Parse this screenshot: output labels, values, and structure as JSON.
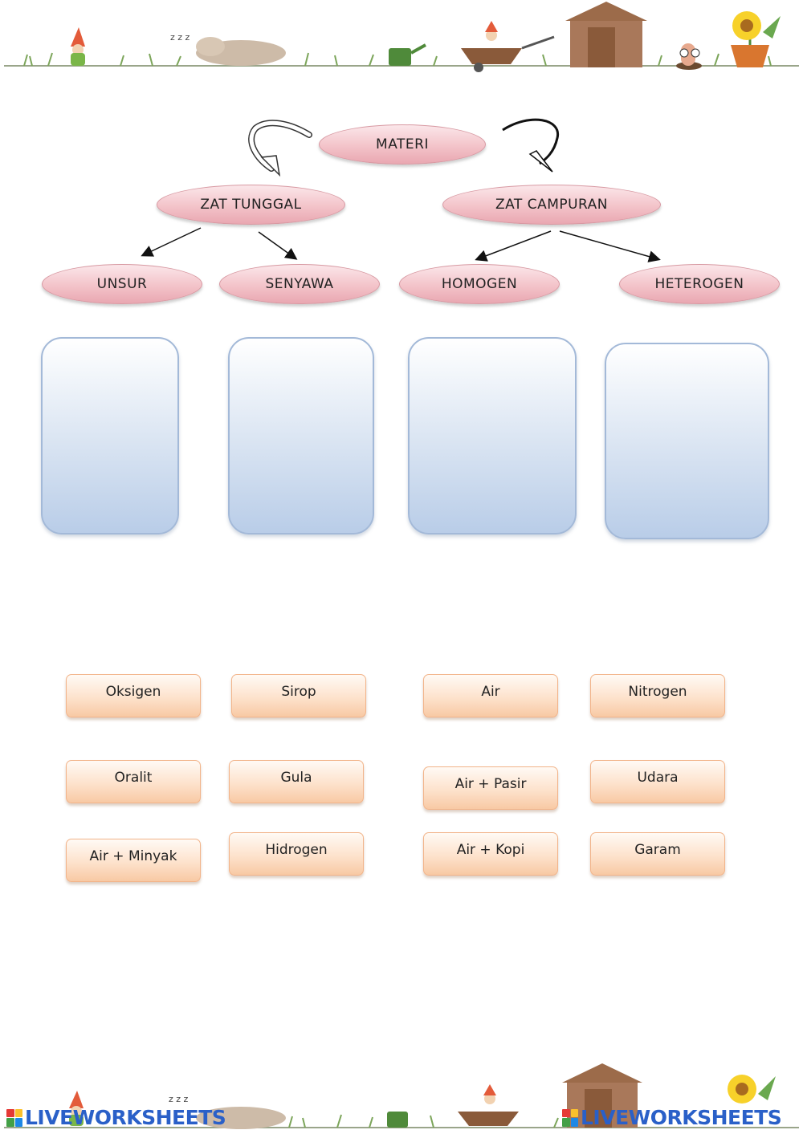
{
  "map": {
    "root": "MATERI",
    "level1": [
      "ZAT TUNGGAL",
      "ZAT CAMPURAN"
    ],
    "level2": [
      "UNSUR",
      "SENYAWA",
      "HOMOGEN",
      "HETEROGEN"
    ]
  },
  "chips": [
    "Oksigen",
    "Sirop",
    "Air",
    "Nitrogen",
    "Oralit",
    "Gula",
    "Air + Pasir",
    "Udara",
    "Air + Minyak",
    "Hidrogen",
    "Air + Kopi",
    "Garam"
  ],
  "footer": {
    "logo_left": "LIVEWORKSHEETS",
    "logo_right": "LIVEWORKSHEETS"
  },
  "colors": {
    "node_fill": "#f3c3c9",
    "drop_fill": "#b9cde8",
    "chip_fill": "#f8c9a4",
    "logo": "#2a60c8"
  },
  "icons": [
    "gnome-icon",
    "sleeping-dog-icon",
    "watering-can-icon",
    "wheelbarrow-icon",
    "garden-shed-icon",
    "worm-icon",
    "sunflower-pot-icon"
  ]
}
